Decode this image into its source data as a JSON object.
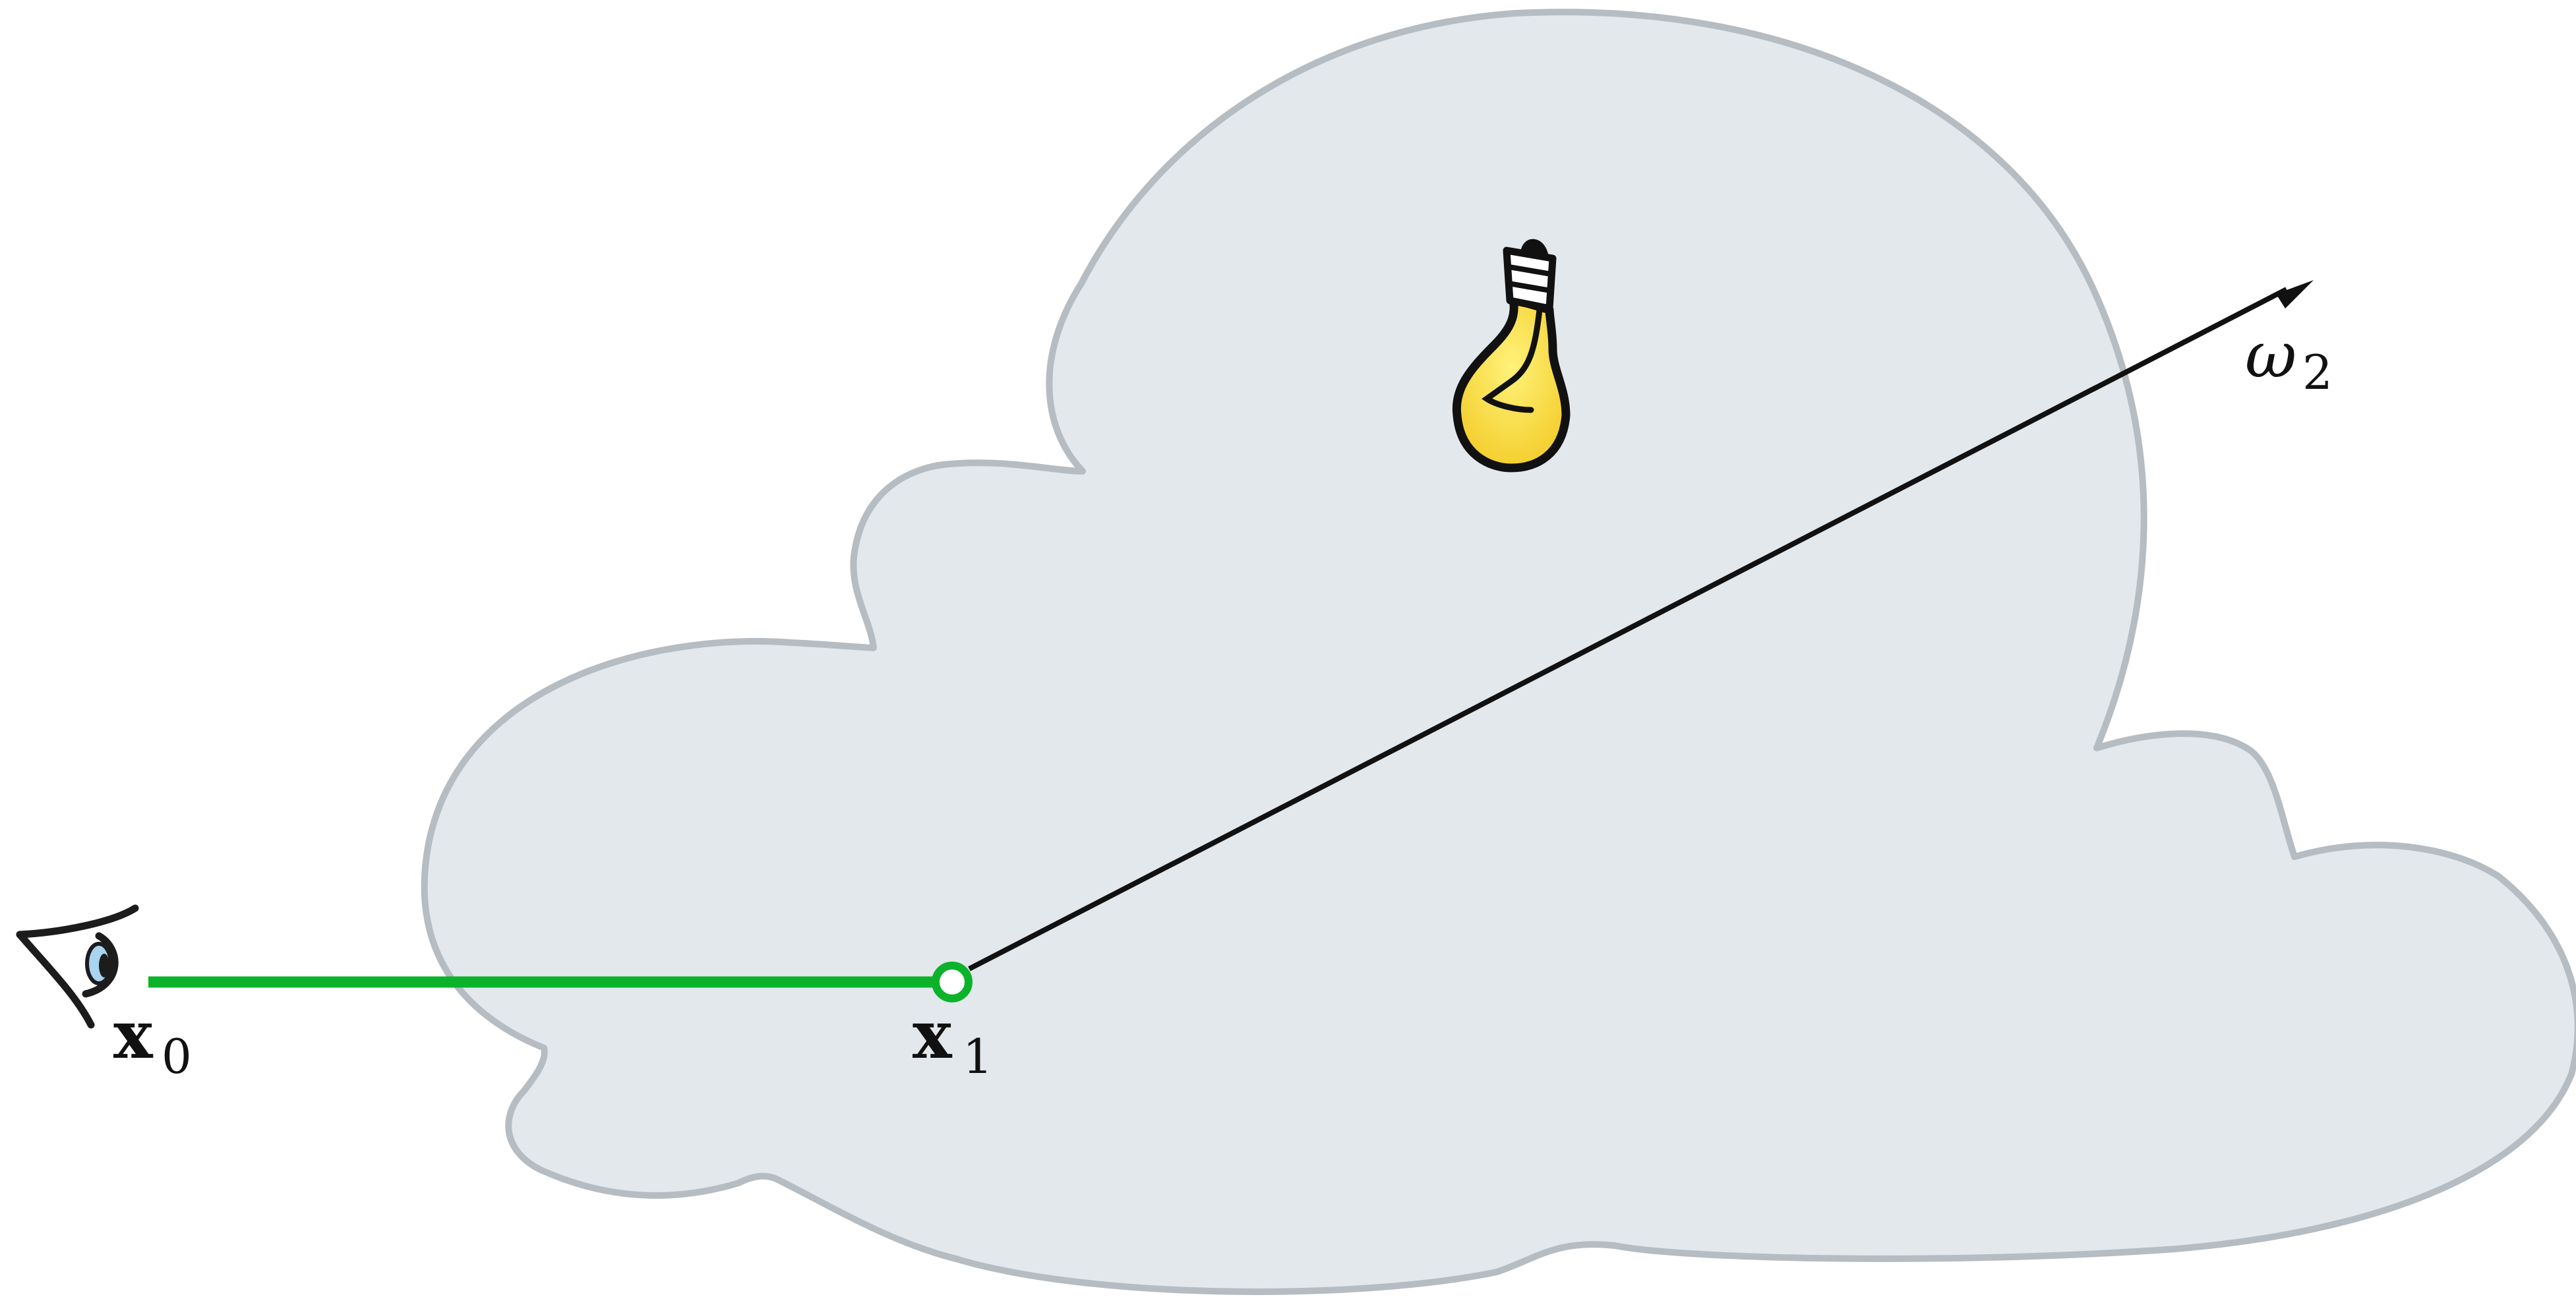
{
  "labels": {
    "x0_main": "x",
    "x0_sub": "0",
    "x1_main": "x",
    "x1_sub": "1",
    "omega_main": "ω",
    "omega_sub": "2"
  },
  "colors": {
    "medium_fill": "#e3e8ed",
    "medium_outline": "#b5bcc2",
    "camera_path": "#0cb32a",
    "scatter_ray": "#111111",
    "vertex_ring": "#0cb32a",
    "bulb_glass": "#fbe24c",
    "iris": "#a9d3f0"
  },
  "icons": {
    "camera": "eye-icon",
    "light": "light-bulb-icon"
  }
}
